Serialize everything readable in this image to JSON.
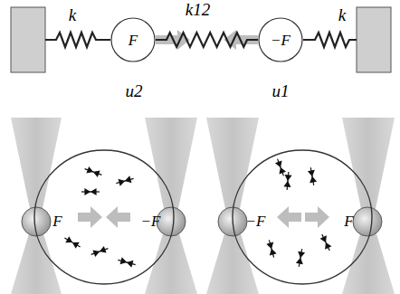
{
  "diagram": {
    "nodes": [
      {
        "text": [
          "F"
        ]
      },
      {
        "text": [
          "−F"
        ]
      },
      {
        "text": [
          "F",
          "−F"
        ]
      },
      {
        "text": [
          "−F",
          "F"
        ]
      }
    ],
    "edges": [
      {
        "from": 0,
        "to": 1,
        "label": "k12",
        "arrow": "none"
      }
    ],
    "labels": [
      "k",
      "k",
      "u2",
      "u1"
    ]
  }
}
